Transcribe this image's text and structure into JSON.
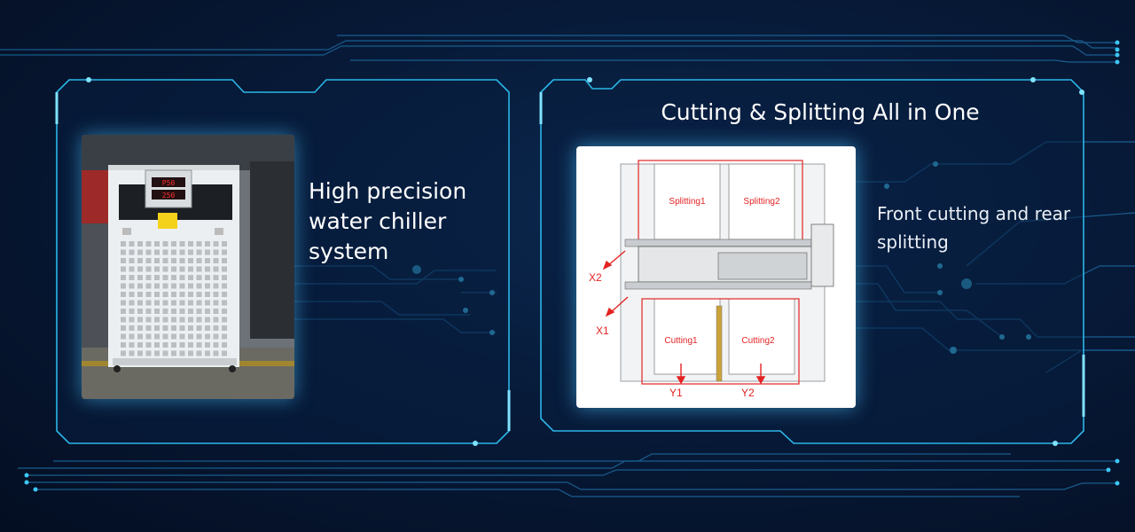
{
  "left_panel": {
    "feature_text": "High precision water chiller system",
    "chiller_display_top": "P50",
    "chiller_display_bottom": "250"
  },
  "right_panel": {
    "title": "Cutting & Splitting All in One",
    "feature_text": "Front cutting and rear splitting",
    "diagram": {
      "zone_splitting_1": "Splitting1",
      "zone_splitting_2": "Splitting2",
      "zone_cutting_1": "Cutting1",
      "zone_cutting_2": "Cutting2",
      "axis_x1": "X1",
      "axis_x2": "X2",
      "axis_y1": "Y1",
      "axis_y2": "Y2"
    }
  },
  "colors": {
    "accent": "#2fc3f2",
    "background": "#061530",
    "diagram_red": "#e32323"
  }
}
